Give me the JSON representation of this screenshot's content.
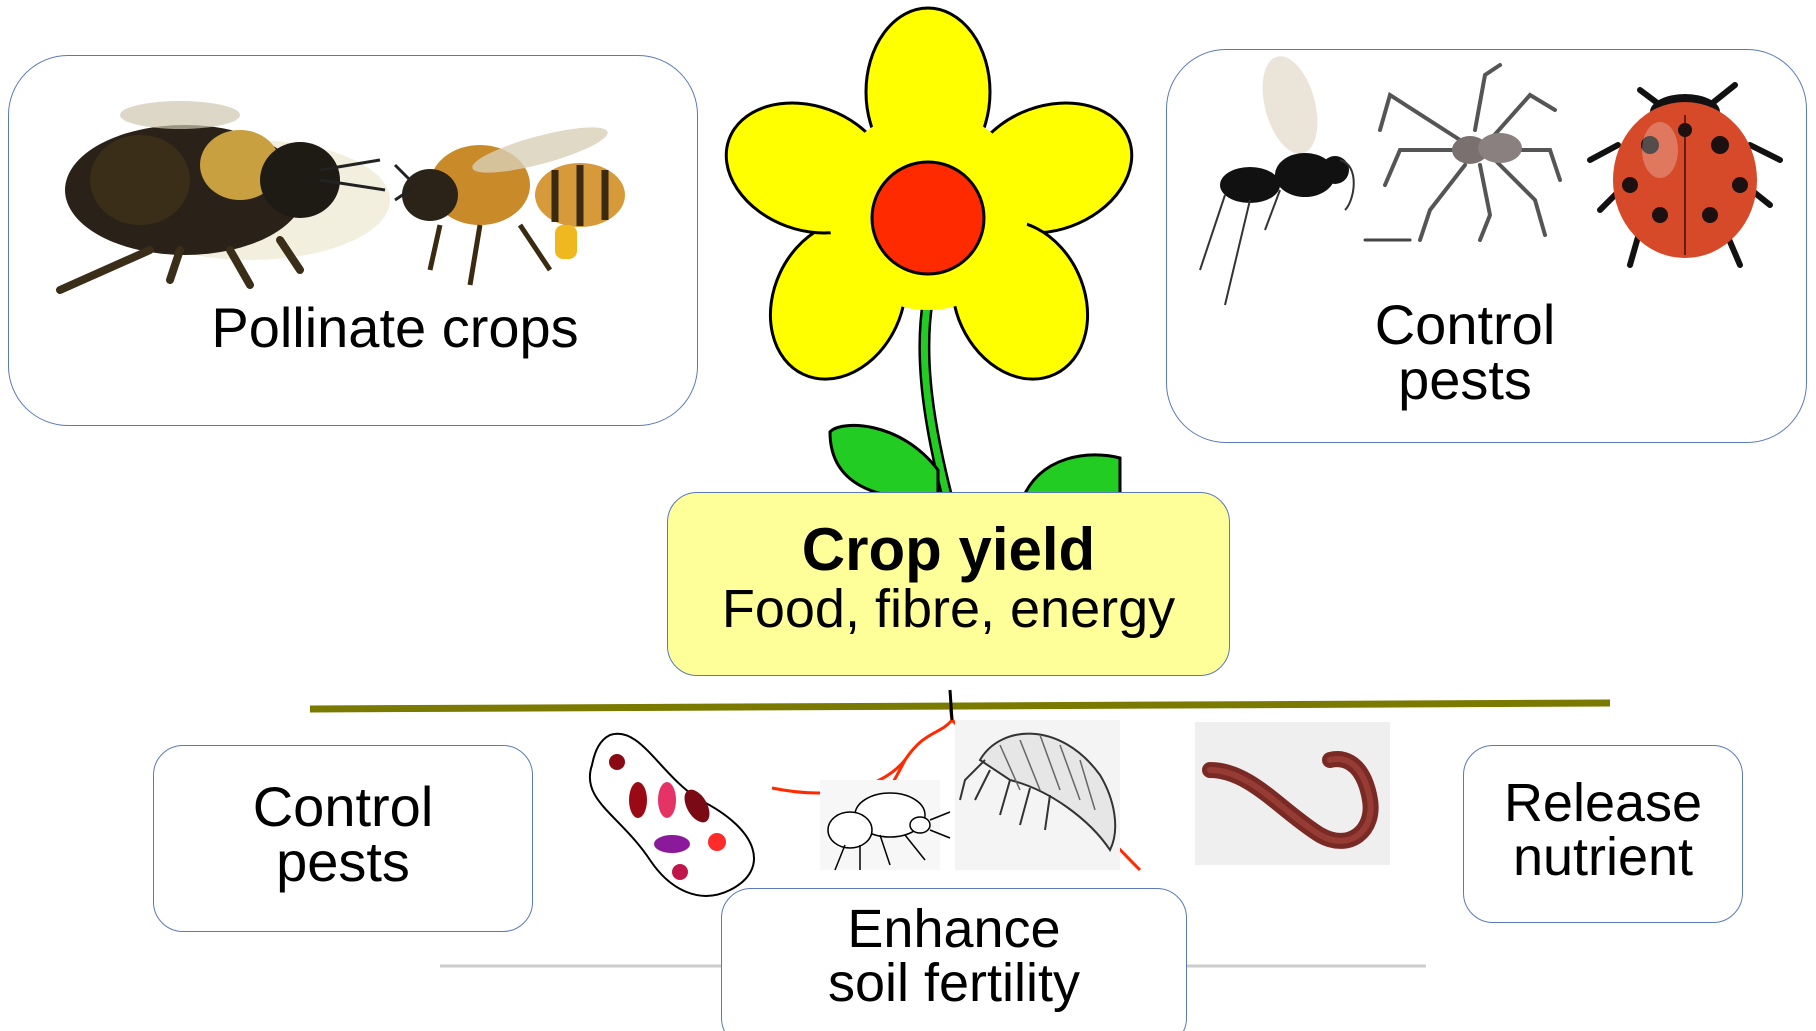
{
  "boxes": {
    "pollinators": {
      "label": "Pollinate crops"
    },
    "above_pests": {
      "label_line1": "Control",
      "label_line2": "pests"
    },
    "crop": {
      "title": "Crop yield",
      "subtitle": "Food, fibre, energy"
    },
    "soil_pests": {
      "label_line1": "Control",
      "label_line2": "pests"
    },
    "nutrient": {
      "label_line1": "Release",
      "label_line2": "nutrient"
    },
    "fertility": {
      "label_line1": "Enhance",
      "label_line2": "soil fertility"
    }
  },
  "illustrations": [
    "bumblebee",
    "honeybee",
    "parasitic-wasp",
    "spider",
    "ladybird",
    "soil-organism-cell",
    "mite",
    "springtail",
    "earthworm",
    "flower"
  ],
  "colors": {
    "box_border": "#5b79b8",
    "crop_fill": "#ffff99",
    "flower_petals": "#ffff00",
    "flower_center": "#ff2a00",
    "leaves": "#22cc22",
    "ground_line": "#7a7a00",
    "roots": "#ff2a00"
  }
}
